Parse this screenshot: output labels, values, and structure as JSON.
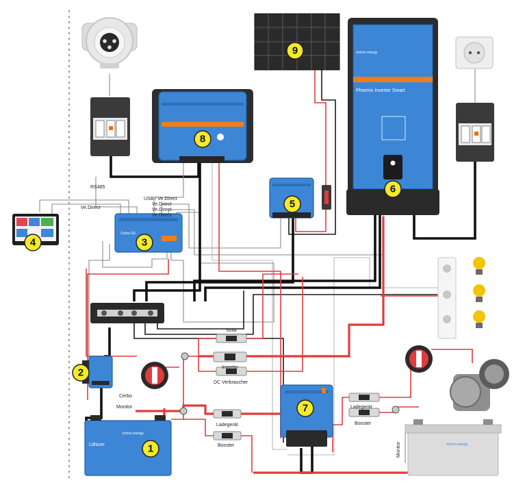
{
  "components": {
    "battery": {
      "number": "1",
      "label": "Lithium",
      "brand": "victron energy"
    },
    "battery_monitor": {
      "number": "2"
    },
    "cerbo_gx": {
      "number": "3",
      "label": "Cerbo GX"
    },
    "touch_display": {
      "number": "4"
    },
    "mppt_charger": {
      "number": "5"
    },
    "inverter": {
      "number": "6",
      "title": "Phoenix Inverter Smart",
      "brand": "victron energy"
    },
    "multi_charger": {
      "number": "7"
    },
    "charger_8": {
      "number": "8"
    },
    "solar_panel": {
      "number": "9"
    }
  },
  "labels": {
    "rs485": "RS485",
    "usb_ve_direct": "USB / Ve.Direct",
    "ve_direct_1": "Ve.Direct",
    "ve_direct_2": "Ve.Direct",
    "ve_direct_3": "Ve.Direct",
    "ve_direct_4": "Ve.Direct",
    "solar_fuse": "Solar",
    "inverter_fuse": "Inverter",
    "dc_fuse": "DC Verbraucher",
    "cerbo_cable": "Cerbo",
    "monitor_cable": "Monitor",
    "charger_fuse_left": "Ladegerät",
    "booster_fuse_left": "Booster",
    "charger_fuse_right": "Ladegerät",
    "booster_fuse_right": "Booster",
    "monitor_vertical": "Monitor"
  },
  "colors": {
    "victron_blue": "#3d86d6",
    "positive_wire": "#e03c3c",
    "negative_wire": "#111111",
    "bulb": "#f5c400",
    "number_badge": "#f4ea2a"
  },
  "icons": [
    "shore-power-inlet-icon",
    "wall-socket-icon",
    "light-bulb-icon",
    "battery-switch-icon",
    "alternator-icon"
  ]
}
